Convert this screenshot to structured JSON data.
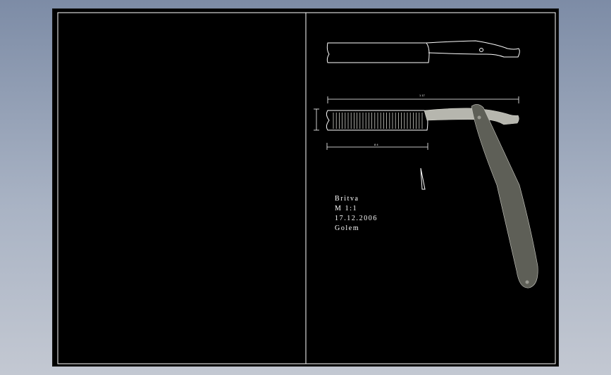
{
  "title_block": {
    "name": "Britva",
    "scale": "M 1:1",
    "date": "17.12.2006",
    "author": "Golem"
  },
  "dimensions": {
    "overall_length": "1 17",
    "blade_length": "8 4"
  },
  "colors": {
    "background": "#000000",
    "frame": "#ffffff",
    "blade": "#b6b6ae",
    "handle": "#5e5f57",
    "line": "#ffffff"
  }
}
